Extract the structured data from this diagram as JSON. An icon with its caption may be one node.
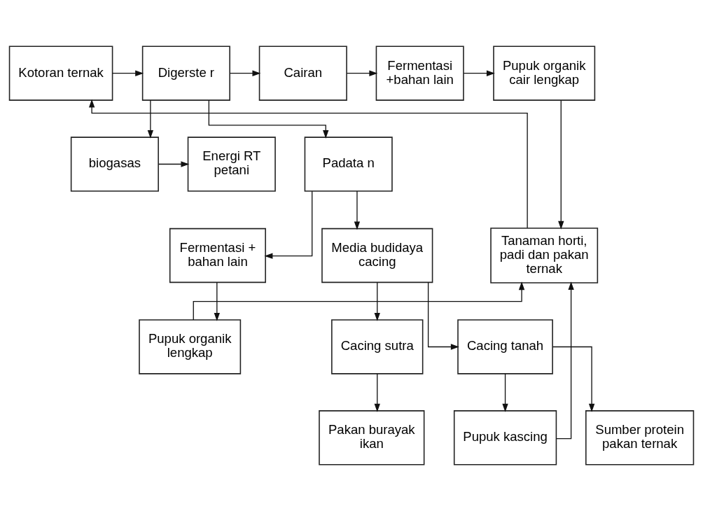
{
  "diagram": {
    "nodes": [
      {
        "text": [
          "Kotoran ternak"
        ]
      },
      {
        "text": [
          "Digerste r"
        ]
      },
      {
        "text": [
          "Cairan"
        ]
      },
      {
        "text": [
          "Fermentasi +bahan lain"
        ]
      },
      {
        "text": [
          "Pupuk organik cair lengkap"
        ]
      },
      {
        "text": [
          "biogasas"
        ]
      },
      {
        "text": [
          "Energi RT petani"
        ]
      },
      {
        "text": [
          "Padata n"
        ]
      },
      {
        "text": [
          "Tanaman horti, padi dan pakan ternak"
        ]
      },
      {
        "text": [
          "Media budidaya cacing"
        ]
      },
      {
        "text": [
          "Fermentasi + bahan lain"
        ]
      },
      {
        "text": [
          "Pupuk organik lengkap"
        ]
      },
      {
        "text": [
          "Cacing sutra"
        ]
      },
      {
        "text": [
          "Cacing tanah"
        ]
      },
      {
        "text": [
          "Pakan burayak ikan"
        ]
      },
      {
        "text": [
          "Sumber protein pakan ternak"
        ]
      },
      {
        "text": [
          "Pupuk kascing"
        ]
      }
    ],
    "edges": [
      {
        "from": 0,
        "to": 1,
        "arrow": "to"
      },
      {
        "from": 1,
        "to": 2,
        "arrow": "to"
      },
      {
        "from": 1,
        "to": 7,
        "arrow": "to"
      },
      {
        "from": 1,
        "to": 5,
        "arrow": "to"
      },
      {
        "from": 5,
        "to": 6,
        "arrow": "to"
      },
      {
        "from": 2,
        "to": 3,
        "arrow": "to"
      },
      {
        "from": 3,
        "to": 4,
        "arrow": "to"
      },
      {
        "from": 4,
        "to": 8,
        "arrow": "to"
      },
      {
        "from": 7,
        "to": 9,
        "arrow": "to"
      },
      {
        "from": 7,
        "to": 10,
        "arrow": "to"
      },
      {
        "from": 10,
        "to": 11,
        "arrow": "to"
      },
      {
        "from": 11,
        "to": 8,
        "arrow": "to"
      },
      {
        "from": 16,
        "to": 8,
        "arrow": "to"
      },
      {
        "from": 9,
        "to": 12,
        "arrow": "to"
      },
      {
        "from": 9,
        "to": 13,
        "arrow": "to"
      },
      {
        "from": 12,
        "to": 14,
        "arrow": "to"
      },
      {
        "from": 13,
        "to": 15,
        "arrow": "to"
      },
      {
        "from": 13,
        "to": 16,
        "arrow": "to"
      },
      {
        "from": 8,
        "to": 0,
        "arrow": "to"
      }
    ]
  }
}
